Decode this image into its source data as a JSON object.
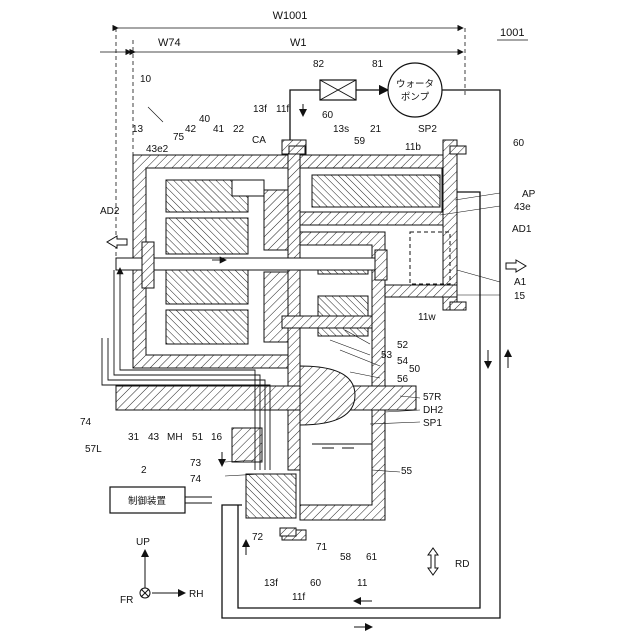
{
  "figure_number": "1001",
  "dimensions": {
    "outer_width": "W1001",
    "inner_width": "W1",
    "offset": "W74"
  },
  "pump": {
    "line1": "ウォータ",
    "line2": "ポンプ"
  },
  "controller": "制御装置",
  "directions": {
    "up": "UP",
    "front": "FR",
    "right": "RH"
  },
  "labels": {
    "l10": "10",
    "l13": "13",
    "l43e2": "43e2",
    "l75": "75",
    "l40": "40",
    "l41": "41",
    "l22": "22",
    "lCA": "CA",
    "l13f_top": "13f",
    "l11f_top": "11f",
    "l82": "82",
    "l81": "81",
    "l60_top": "60",
    "l13s": "13s",
    "l21": "21",
    "lSP2": "SP2",
    "l60_right": "60",
    "l59": "59",
    "l11b": "11b",
    "lAD2": "AD2",
    "lAP": "AP",
    "l43e": "43e",
    "lAD1": "AD1",
    "lA1": "A1",
    "l15": "15",
    "l11w": "11w",
    "l52": "52",
    "l53": "53",
    "l54": "54",
    "l50": "50",
    "l56": "56",
    "l57R": "57R",
    "lDH2": "DH2",
    "lSP1": "SP1",
    "l74_left": "74",
    "l31": "31",
    "l43": "43",
    "lMH": "MH",
    "l51": "51",
    "l16": "16",
    "l57L": "57L",
    "l73": "73",
    "l74_mid": "74",
    "l55": "55",
    "l2": "2",
    "l72": "72",
    "l71": "71",
    "l58": "58",
    "l61": "61",
    "lRD": "RD",
    "l13f_bot": "13f",
    "l60_bot": "60",
    "l11f_bot": "11f",
    "l11": "11",
    "l42": "42"
  }
}
